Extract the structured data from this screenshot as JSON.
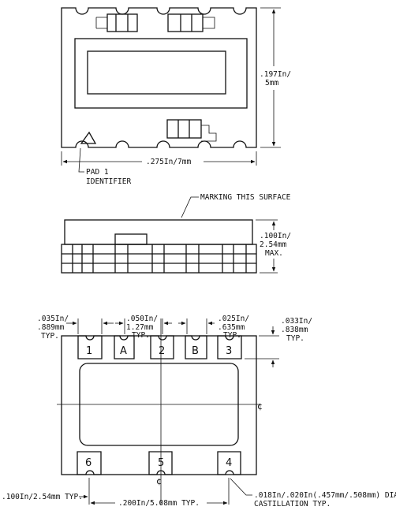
{
  "top_view": {
    "width_dim": ".275In/7mm",
    "height_dim_1": ".197In/",
    "height_dim_2": "5mm",
    "pad1_label_1": "PAD 1",
    "pad1_label_2": "IDENTIFIER"
  },
  "side_view": {
    "marking": "MARKING THIS SURFACE",
    "height_1": ".100In/",
    "height_2": "2.54mm",
    "height_3": "MAX."
  },
  "bottom_view": {
    "pads": {
      "p1": "1",
      "pA": "A",
      "p2": "2",
      "pB": "B",
      "p3": "3",
      "p6": "6",
      "p5": "5",
      "p4": "4"
    },
    "dim_a_1": ".035In/",
    "dim_a_2": ".889mm",
    "dim_a_3": "TYP.",
    "dim_b_1": ".050In/",
    "dim_b_2": "1.27mm",
    "dim_b_3": "TYP.",
    "dim_c_1": ".025In/",
    "dim_c_2": ".635mm",
    "dim_c_3": "TYP.",
    "dim_d_1": ".033In/",
    "dim_d_2": ".838mm",
    "dim_d_3": "TYP.",
    "pitch_left": ".100In/2.54mm TYP.",
    "pitch_total": ".200In/5.08mm TYP.",
    "castellation_1": ".018In/.020In(.457mm/.508mm) DIA",
    "castellation_2": "CASTILLATION TYP.",
    "centerline": "¢"
  }
}
